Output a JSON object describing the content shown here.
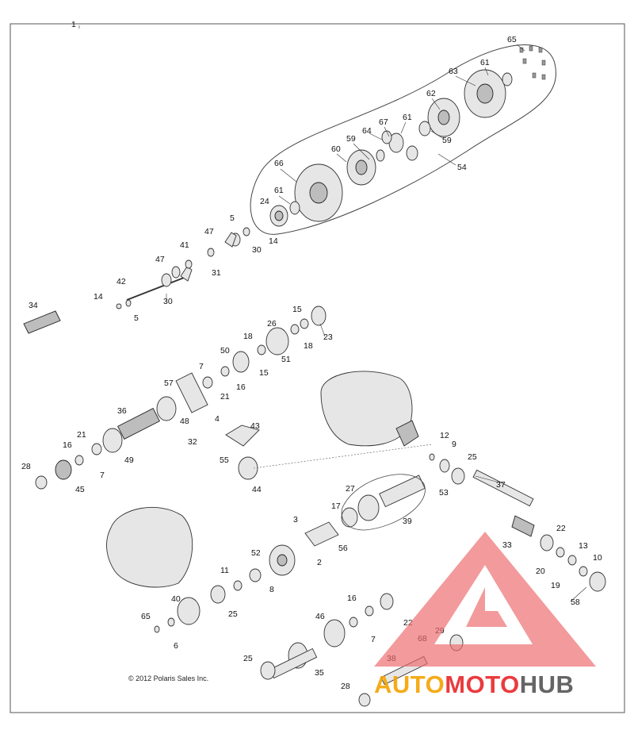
{
  "diagram": {
    "copyright": "© 2012 Polaris Sales Inc.",
    "assembly_callout": "1",
    "callouts": [
      "65",
      "61",
      "63",
      "62",
      "61",
      "59",
      "64",
      "67",
      "59",
      "60",
      "66",
      "61",
      "24",
      "54",
      "5",
      "14",
      "47",
      "30",
      "41",
      "31",
      "47",
      "42",
      "30",
      "14",
      "5",
      "34",
      "15",
      "23",
      "26",
      "18",
      "18",
      "50",
      "15",
      "51",
      "7",
      "16",
      "21",
      "57",
      "48",
      "36",
      "4",
      "43",
      "32",
      "55",
      "21",
      "16",
      "49",
      "28",
      "7",
      "45",
      "44",
      "12",
      "9",
      "25",
      "37",
      "53",
      "27",
      "17",
      "39",
      "3",
      "56",
      "2",
      "52",
      "22",
      "33",
      "20",
      "13",
      "10",
      "19",
      "58",
      "11",
      "8",
      "25",
      "40",
      "65",
      "6",
      "16",
      "22",
      "46",
      "7",
      "29",
      "68",
      "38",
      "25",
      "35",
      "28"
    ]
  },
  "watermark": {
    "brand_orange": "AUTO",
    "brand_red": "MOTO",
    "brand_gray": "HUB",
    "colors": {
      "orange": "#f5a300",
      "red": "#e8262a",
      "gray": "#555555",
      "triangle": "#ee6b6e"
    }
  }
}
